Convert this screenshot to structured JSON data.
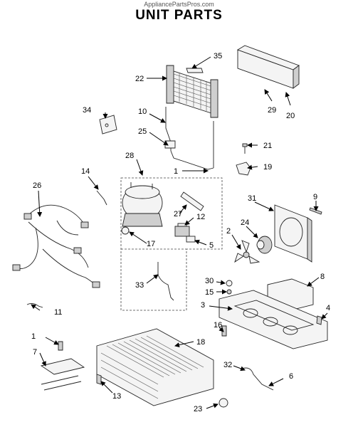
{
  "header": {
    "source": "AppliancePartsPros.com",
    "title": "UNIT PARTS"
  },
  "callouts": [
    {
      "id": "c35",
      "label": "35"
    },
    {
      "id": "c22",
      "label": "22"
    },
    {
      "id": "c29",
      "label": "29"
    },
    {
      "id": "c20",
      "label": "20"
    },
    {
      "id": "c34",
      "label": "34"
    },
    {
      "id": "c10",
      "label": "10"
    },
    {
      "id": "c25",
      "label": "25"
    },
    {
      "id": "c21",
      "label": "21"
    },
    {
      "id": "c28",
      "label": "28"
    },
    {
      "id": "c1a",
      "label": "1"
    },
    {
      "id": "c19",
      "label": "19"
    },
    {
      "id": "c14",
      "label": "14"
    },
    {
      "id": "c26",
      "label": "26"
    },
    {
      "id": "c9",
      "label": "9"
    },
    {
      "id": "c31",
      "label": "31"
    },
    {
      "id": "c27",
      "label": "27"
    },
    {
      "id": "c12",
      "label": "12"
    },
    {
      "id": "c2",
      "label": "2"
    },
    {
      "id": "c24",
      "label": "24"
    },
    {
      "id": "c17",
      "label": "17"
    },
    {
      "id": "c5",
      "label": "5"
    },
    {
      "id": "c8",
      "label": "8"
    },
    {
      "id": "c33",
      "label": "33"
    },
    {
      "id": "c30",
      "label": "30"
    },
    {
      "id": "c15",
      "label": "15"
    },
    {
      "id": "c3",
      "label": "3"
    },
    {
      "id": "c4",
      "label": "4"
    },
    {
      "id": "c11",
      "label": "11"
    },
    {
      "id": "c16",
      "label": "16"
    },
    {
      "id": "c1b",
      "label": "1"
    },
    {
      "id": "c18",
      "label": "18"
    },
    {
      "id": "c7",
      "label": "7"
    },
    {
      "id": "c32",
      "label": "32"
    },
    {
      "id": "c6",
      "label": "6"
    },
    {
      "id": "c13",
      "label": "13"
    },
    {
      "id": "c23",
      "label": "23"
    }
  ]
}
